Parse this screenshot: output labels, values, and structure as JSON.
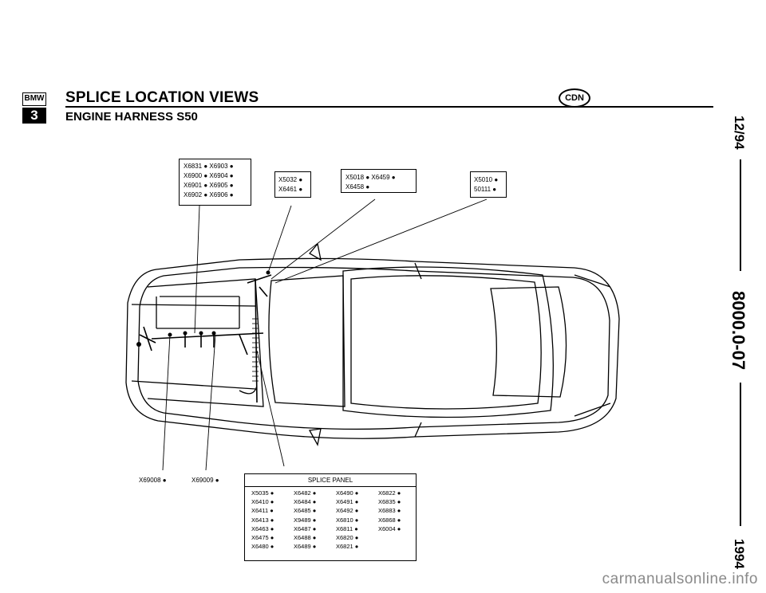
{
  "header": {
    "logo_top": "BMW",
    "logo_bottom": "3",
    "title": "SPLICE LOCATION VIEWS",
    "subtitle": "ENGINE HARNESS S50",
    "badge": "CDN"
  },
  "side": {
    "date": "12/94",
    "page_code": "8000.0-07",
    "year": "1994"
  },
  "boxes": {
    "box_left": [
      "X6831 ●  X6903 ●",
      "X6900 ●  X6904 ●",
      "X6901 ●  X6905 ●",
      "X6902 ●  X6906 ●"
    ],
    "box_mid1": [
      "X5032 ●",
      "X6461 ●"
    ],
    "box_mid2": [
      "X5018 ●  X6459 ●",
      "X6458 ●"
    ],
    "box_right": [
      "X5010 ●",
      "50111 ●"
    ]
  },
  "callouts": {
    "left1": "X69008 ●",
    "left2": "X69009 ●"
  },
  "splice_panel": {
    "title": "SPLICE PANEL",
    "cells": [
      "X5035 ●",
      "X6482 ●",
      "X6490 ●",
      "X6822 ●",
      "X6410 ●",
      "X6484 ●",
      "X6491 ●",
      "X6835 ●",
      "X6411 ●",
      "X6485 ●",
      "X6492 ●",
      "X6883 ●",
      "X6413 ●",
      "X9489 ●",
      "X6810 ●",
      "X6868 ●",
      "X6463 ●",
      "X6487 ●",
      "X6811 ●",
      "X6004 ●",
      "X6475 ●",
      "X6488 ●",
      "X6820 ●",
      "",
      "X6480 ●",
      "X6489 ●",
      "X6821 ●",
      ""
    ]
  },
  "watermark": "carmanualsonline.info"
}
